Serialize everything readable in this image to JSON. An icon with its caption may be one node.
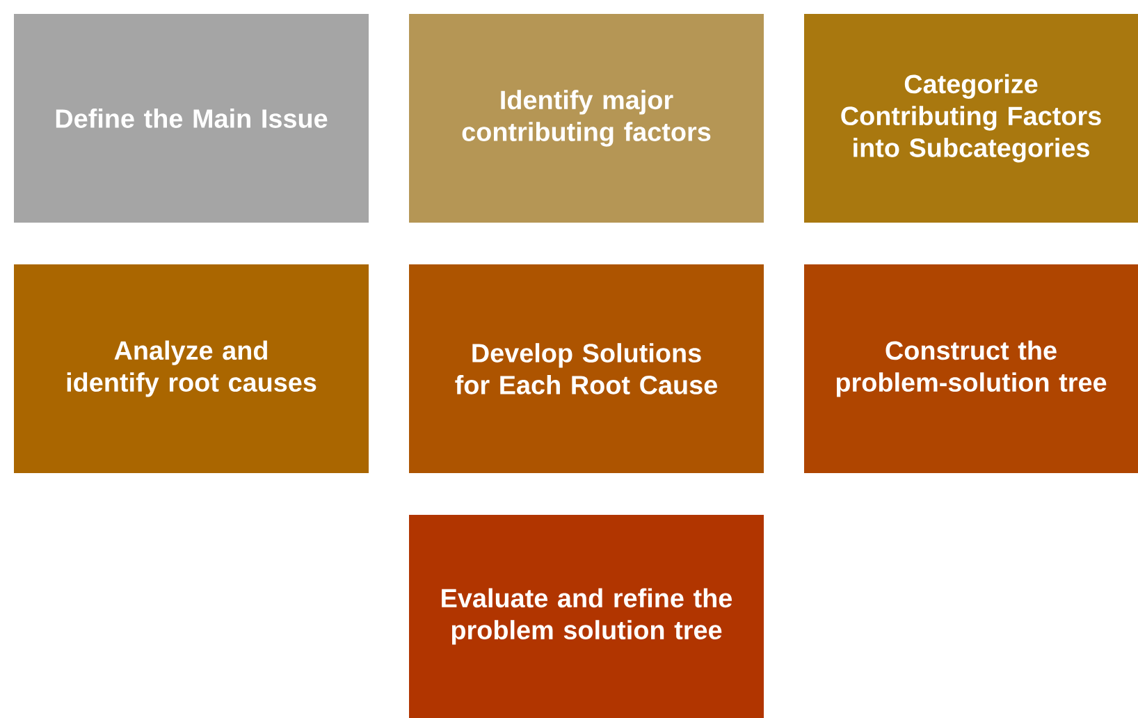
{
  "diagram": {
    "nodes": [
      {
        "text": [
          "Define the Main Issue"
        ]
      },
      {
        "text": [
          "Identify major contributing factors"
        ]
      },
      {
        "text": [
          "Categorize Contributing Factors into Subcategories"
        ]
      },
      {
        "text": [
          "Analyze and identify root causes"
        ]
      },
      {
        "text": [
          "Develop Solutions for Each Root Cause"
        ]
      },
      {
        "text": [
          "Construct the problem-solution tree"
        ]
      },
      {
        "text": [
          "Evaluate and refine the problem solution tree"
        ]
      }
    ]
  }
}
